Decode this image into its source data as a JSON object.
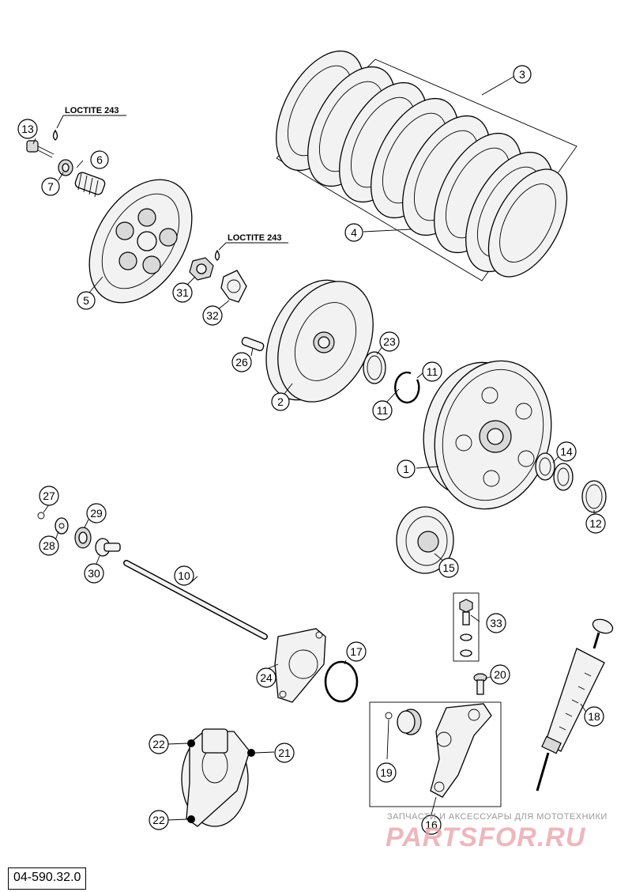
{
  "diagram_code": "04-590.32.0",
  "notes": {
    "loctite_top": "LOCTITE 243",
    "loctite_mid": "LOCTITE 243"
  },
  "callouts": {
    "c1": "1",
    "c2": "2",
    "c3": "3",
    "c4": "4",
    "c5": "5",
    "c6": "6",
    "c7": "7",
    "c10": "10",
    "c11a": "11",
    "c11b": "11",
    "c12": "12",
    "c13": "13",
    "c14": "14",
    "c15": "15",
    "c16": "16",
    "c17": "17",
    "c18": "18",
    "c19": "19",
    "c20": "20",
    "c21": "21",
    "c22a": "22",
    "c22b": "22",
    "c23": "23",
    "c24": "24",
    "c26": "26",
    "c27": "27",
    "c28": "28",
    "c29": "29",
    "c30": "30",
    "c31": "31",
    "c32": "32",
    "c33": "33"
  },
  "watermark": {
    "tagline": "ЗАПЧАСТИ И АКСЕССУАРЫ ДЛЯ МОТОТЕХНИКИ",
    "logo": "PARTSFOR.RU"
  }
}
